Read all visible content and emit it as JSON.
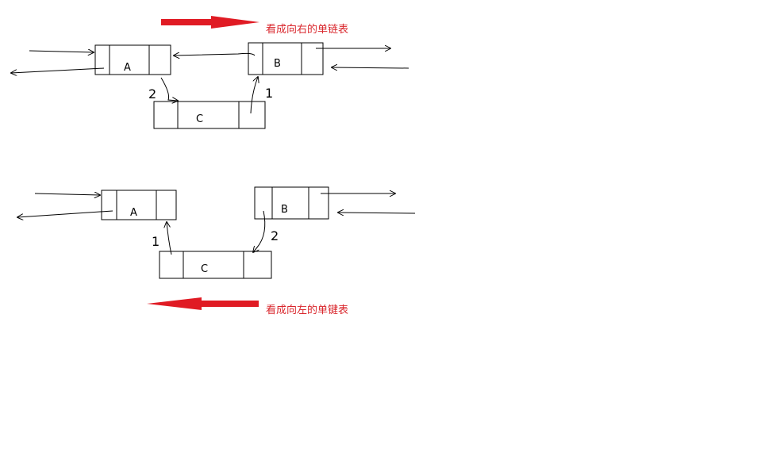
{
  "top_section": {
    "caption": "看成向右的单链表",
    "nodes": {
      "a": "A",
      "b": "B",
      "c": "C"
    },
    "steps": {
      "first": "1",
      "second": "2"
    }
  },
  "bottom_section": {
    "caption": "看成向左的单键表",
    "nodes": {
      "a": "A",
      "b": "B",
      "c": "C"
    },
    "steps": {
      "first": "1",
      "second": "2"
    }
  },
  "colors": {
    "arrow": "#e01b24",
    "caption": "#d9262c",
    "stroke": "#000000"
  }
}
